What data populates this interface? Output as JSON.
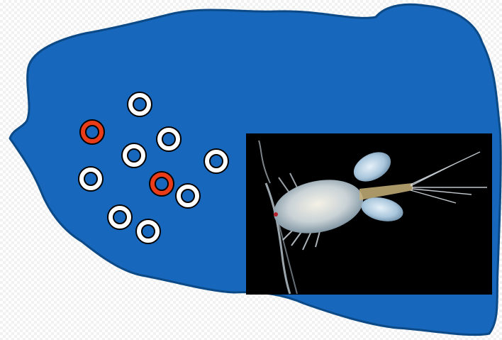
{
  "colors": {
    "water_fill": "#1767bd",
    "water_stroke": "#0b4a86",
    "page_background": "#ffffff",
    "ring_white_fill": "#ffffff",
    "ring_red_fill": "#ea3c18",
    "ring_core": "#1767bd",
    "ring_outline": "#000000",
    "photo_background": "#000000"
  },
  "rings": [
    {
      "kind": "white"
    },
    {
      "kind": "red"
    },
    {
      "kind": "white"
    },
    {
      "kind": "white"
    },
    {
      "kind": "white"
    },
    {
      "kind": "white"
    },
    {
      "kind": "red"
    },
    {
      "kind": "white"
    },
    {
      "kind": "white"
    },
    {
      "kind": "white"
    }
  ],
  "photo": {
    "subject": "copepod-with-egg-sacs",
    "visible_text": ""
  }
}
